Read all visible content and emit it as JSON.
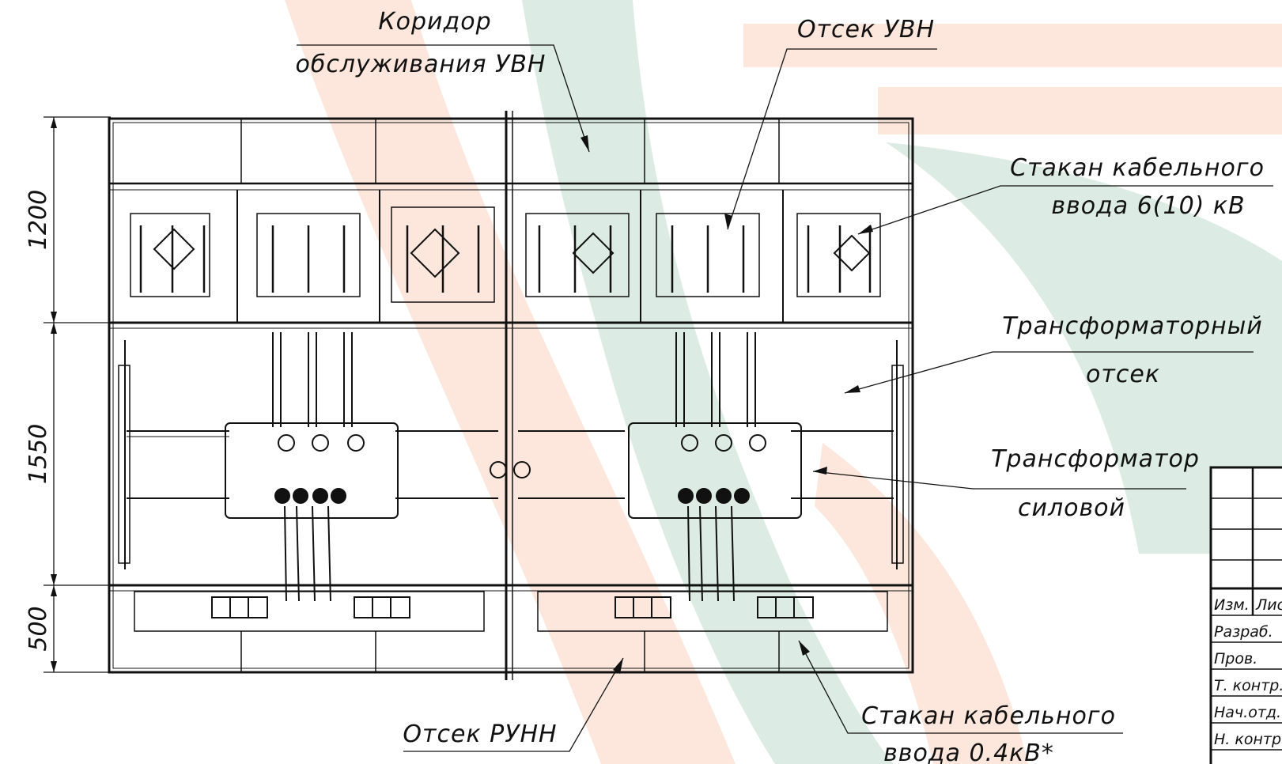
{
  "labels": {
    "corridor_line1": "Коридор",
    "corridor_line2": "обслуживания УВН",
    "uvn_compartment": "Отсек УВН",
    "cable_glass_hv_line1": "Стакан кабельного",
    "cable_glass_hv_line2": "ввода 6(10) кВ",
    "transformer_compartment_line1": "Трансформаторный",
    "transformer_compartment_line2": "отсек",
    "power_transformer_line1": "Трансформатор",
    "power_transformer_line2": "силовой",
    "runn_compartment": "Отсек РУНН",
    "cable_glass_lv_line1": "Стакан кабельного",
    "cable_glass_lv_line2": "ввода 0.4кВ*"
  },
  "dimensions": {
    "top": "1200",
    "middle": "1550",
    "bottom": "500"
  },
  "title_block": {
    "rows": [
      "Изм.",
      "Разраб.",
      "Пров.",
      "Т. контр.",
      "Нач.отд.",
      "Н. контр."
    ],
    "col2_header": "Лист"
  },
  "background_colors": {
    "orange": "#fde6dc",
    "green": "#dcebe4"
  }
}
